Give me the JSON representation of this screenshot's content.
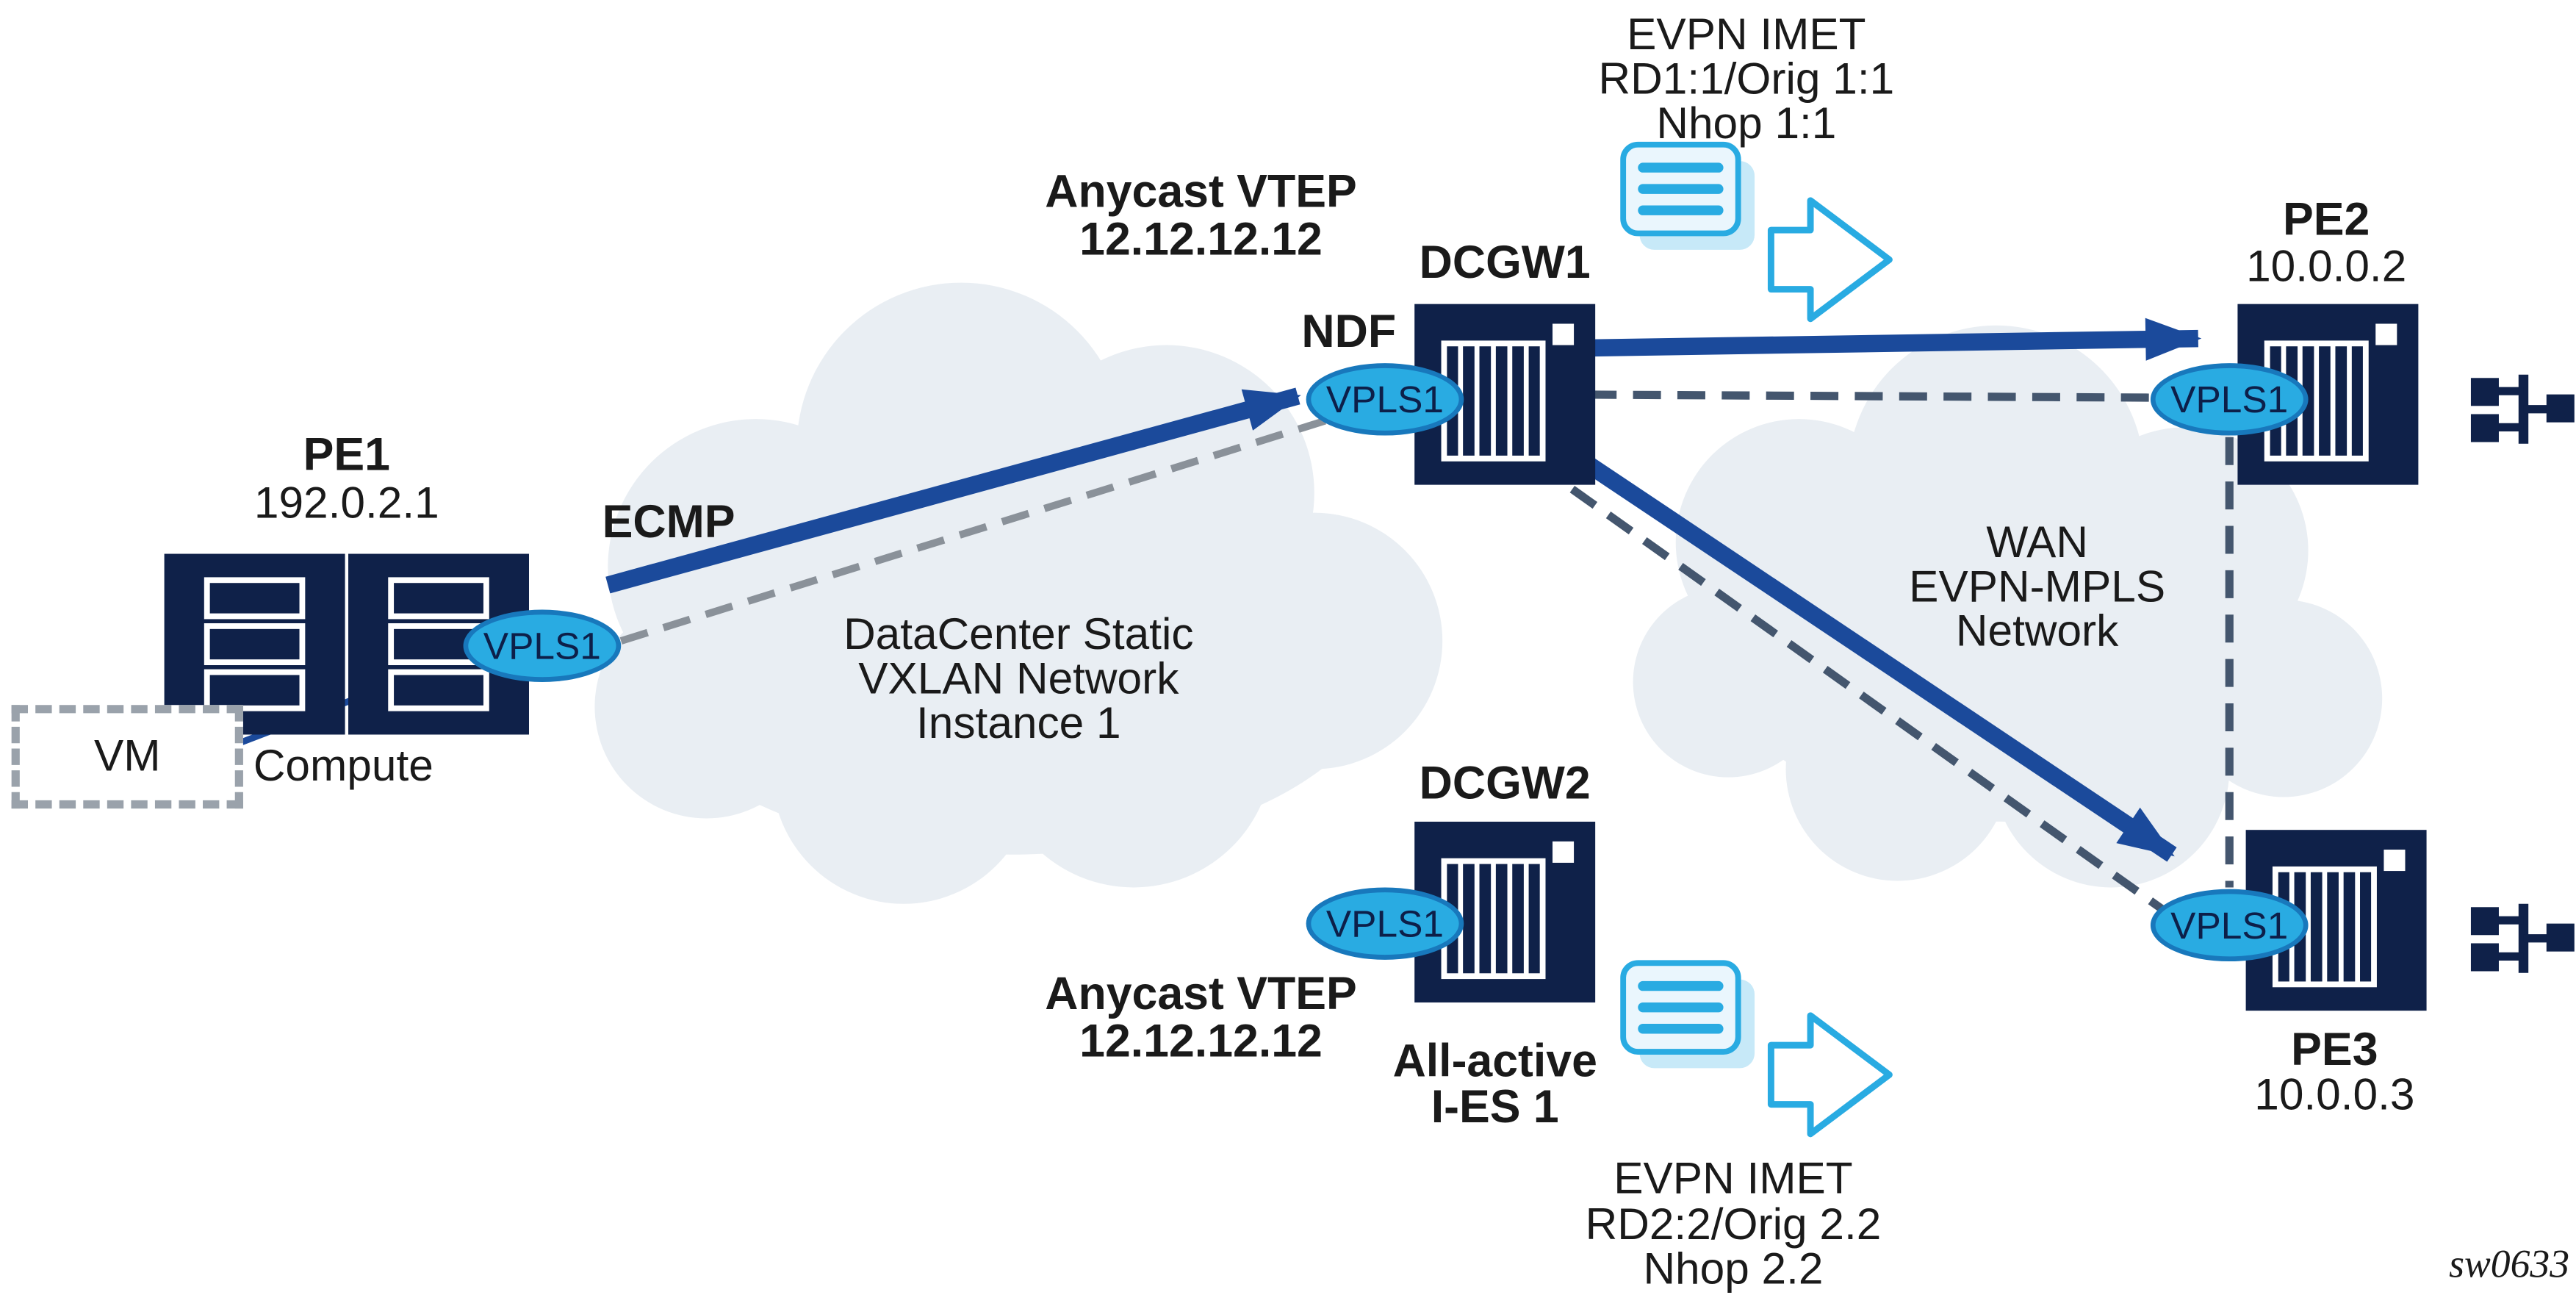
{
  "colors": {
    "node_navy": "#0F2149",
    "arrow_blue": "#1B4A9B",
    "badge_cyan": "#29ABE2",
    "cloud_fill": "#E9EEF3",
    "dashed_gray": "#8A9199",
    "dashed_dark": "#44566E"
  },
  "nodes": {
    "vm": {
      "label": "VM"
    },
    "pe1": {
      "title": "PE1",
      "ip": "192.0.2.1",
      "vpls": "VPLS1"
    },
    "dcgw1": {
      "title": "DCGW1",
      "role": "NDF",
      "vpls": "VPLS1"
    },
    "dcgw2": {
      "title": "DCGW2",
      "vpls": "VPLS1"
    },
    "pe2": {
      "title": "PE2",
      "ip": "10.0.0.2",
      "vpls": "VPLS1"
    },
    "pe3": {
      "title": "PE3",
      "ip": "10.0.0.3",
      "vpls": "VPLS1"
    }
  },
  "labels": {
    "compute": "Compute",
    "ecmp": "ECMP",
    "anycast_vtep_top": [
      "Anycast VTEP",
      "12.12.12.12"
    ],
    "anycast_vtep_bottom": [
      "Anycast VTEP",
      "12.12.12.12"
    ],
    "all_active_ies": [
      "All-active",
      "I-ES 1"
    ],
    "watermark": "sw0633"
  },
  "clouds": {
    "datacenter": [
      "DataCenter Static",
      "VXLAN Network",
      "Instance 1"
    ],
    "wan": [
      "WAN",
      "EVPN-MPLS",
      "Network"
    ]
  },
  "callouts": {
    "evpn_imet_top": [
      "EVPN IMET",
      "RD1:1/Orig 1:1",
      "Nhop 1:1"
    ],
    "evpn_imet_bottom": [
      "EVPN IMET",
      "RD2:2/Orig 2.2",
      "Nhop 2.2"
    ]
  }
}
